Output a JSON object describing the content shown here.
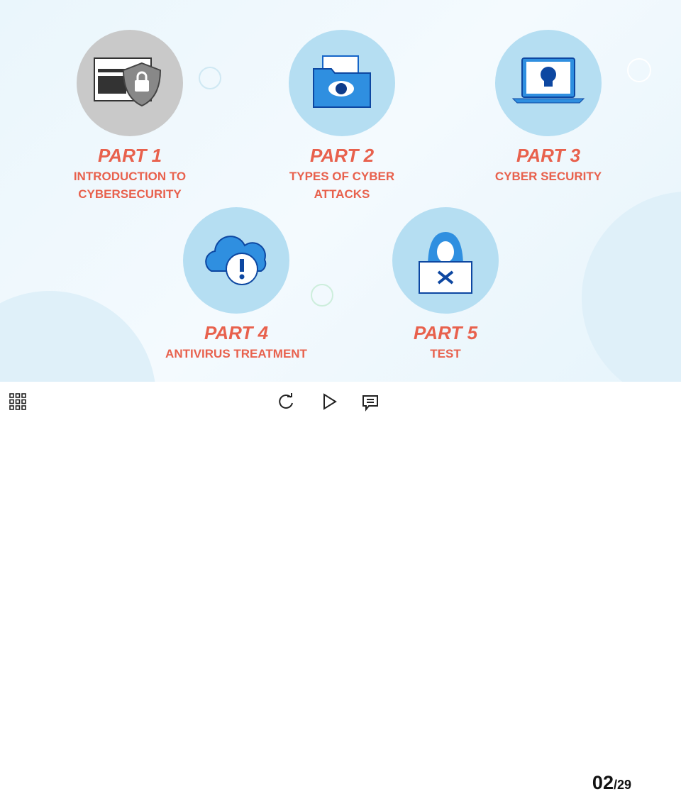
{
  "parts": [
    {
      "title": "PART 1",
      "subtitle": "INTRODUCTION TO CYBERSECURITY",
      "icon": "browser-shield-lock-icon"
    },
    {
      "title": "PART 2",
      "subtitle": "TYPES OF CYBER ATTACKS",
      "icon": "folder-eye-icon"
    },
    {
      "title": "PART 3",
      "subtitle": "CYBER SECURITY",
      "icon": "laptop-skull-icon"
    },
    {
      "title": "PART 4",
      "subtitle": "ANTIVIRUS TREATMENT",
      "icon": "cloud-alert-icon"
    },
    {
      "title": "PART 5",
      "subtitle": "TEST",
      "icon": "hacker-laptop-icon"
    }
  ],
  "footer": {
    "current": "02",
    "total": "/29"
  },
  "colors": {
    "accent": "#e8614d",
    "circle": "#b5def2",
    "icon_blue": "#1565c8"
  }
}
